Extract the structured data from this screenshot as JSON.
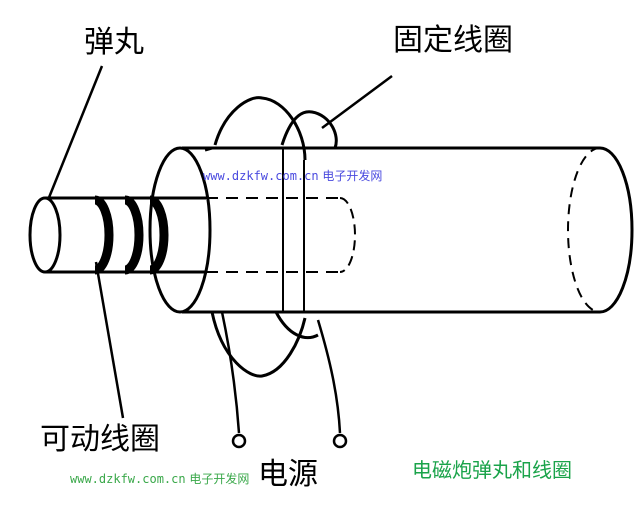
{
  "labels": {
    "projectile": "弹丸",
    "fixed_coil": "固定线圈",
    "moving_coil": "可动线圈",
    "power_source": "电源"
  },
  "caption": "电磁炮弹丸和线圈",
  "watermarks": [
    {
      "url": "www.dzkfw.com.cn",
      "site": "电子开发网"
    },
    {
      "url": "www.dzkfw.com.cn",
      "site": "电子开发网"
    }
  ],
  "colors": {
    "line": "#000000",
    "caption": "#1aa34a",
    "watermark_top": "#4a4adf",
    "watermark_bottom": "#3aa84a"
  }
}
